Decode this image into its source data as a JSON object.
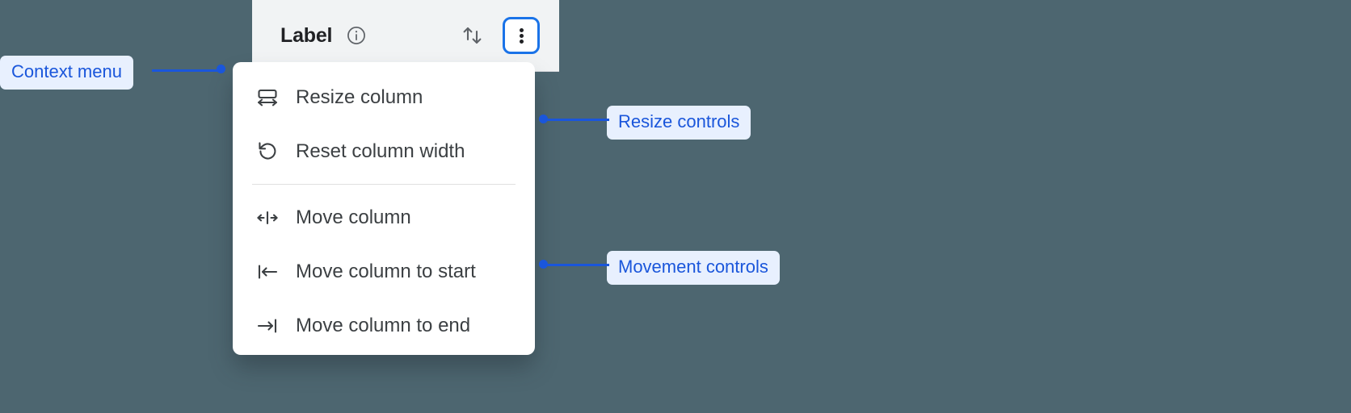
{
  "background_color": "#4d6670",
  "accent_color": "#1a73e8",
  "callout_text_color": "#1a56db",
  "callout_bg_color": "#e8f0fe",
  "column_header": {
    "label": "Label",
    "info_icon": "info-circle-icon",
    "sort_icon": "sort-up-down-icon",
    "more_button_icon": "more-vertical-icon"
  },
  "context_menu": {
    "groups": [
      {
        "name": "resize",
        "items": [
          {
            "icon": "resize-column-icon",
            "label": "Resize column"
          },
          {
            "icon": "reset-rotate-ccw-icon",
            "label": "Reset column width"
          }
        ]
      },
      {
        "name": "movement",
        "items": [
          {
            "icon": "move-column-icon",
            "label": "Move column"
          },
          {
            "icon": "move-to-start-icon",
            "label": "Move column to start"
          },
          {
            "icon": "move-to-end-icon",
            "label": "Move column to end"
          }
        ]
      }
    ]
  },
  "annotations": [
    {
      "id": "context-menu",
      "label": "Context menu"
    },
    {
      "id": "resize",
      "label": "Resize controls"
    },
    {
      "id": "movement",
      "label": "Movement controls"
    }
  ]
}
